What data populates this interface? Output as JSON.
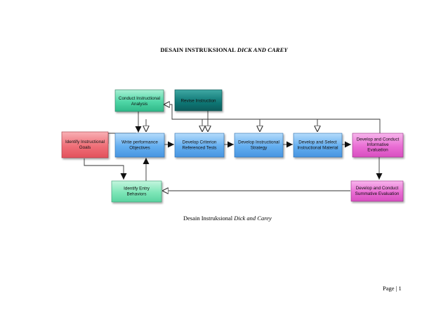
{
  "header": {
    "title_main": "DESAIN INSTRUKSIONAL",
    "title_italic": "DICK AND CAREY"
  },
  "diagram": {
    "nodes": {
      "conduct_instructional_analysis": [
        "Conduct Instructional",
        "Analysis"
      ],
      "revise_instruction": [
        "Revise Instruction"
      ],
      "identify_instructional_goals": [
        "Identify Instructional",
        "Goals"
      ],
      "write_performance_objectives": [
        "Write performance",
        "Objectives"
      ],
      "develop_criterion_referenced_tests": [
        "Develop Criterion",
        "Referenced Tests"
      ],
      "develop_instructional_strategy": [
        "Develop Instructional",
        "Strategy"
      ],
      "develop_and_select_instructional_material": [
        "Develop and Select",
        "Instructional Material"
      ],
      "develop_and_conduct_informative_evaluation": [
        "Develop and Conduct",
        "Informative",
        "Evaluation"
      ],
      "identify_entry_behaviors": [
        "Identify Entry",
        "Behaviors"
      ],
      "develop_and_conduct_summative_evaluation": [
        "Develop and Conduct",
        "Summative Evaluation"
      ]
    },
    "colors": {
      "analysis_teal": "#4fd6a6",
      "revise_dark_teal": "#127a78",
      "goals_red": "#ef6f78",
      "objectives_blue": "#64aef0",
      "evaluation_pink": "#e96ed4",
      "entry_green": "#7ee6b8",
      "arrow": "#333333"
    }
  },
  "caption": {
    "text_main": "Desain Instruksional",
    "text_italic": "Dick and Carey"
  },
  "footer": {
    "page_label": "Page | 1"
  }
}
